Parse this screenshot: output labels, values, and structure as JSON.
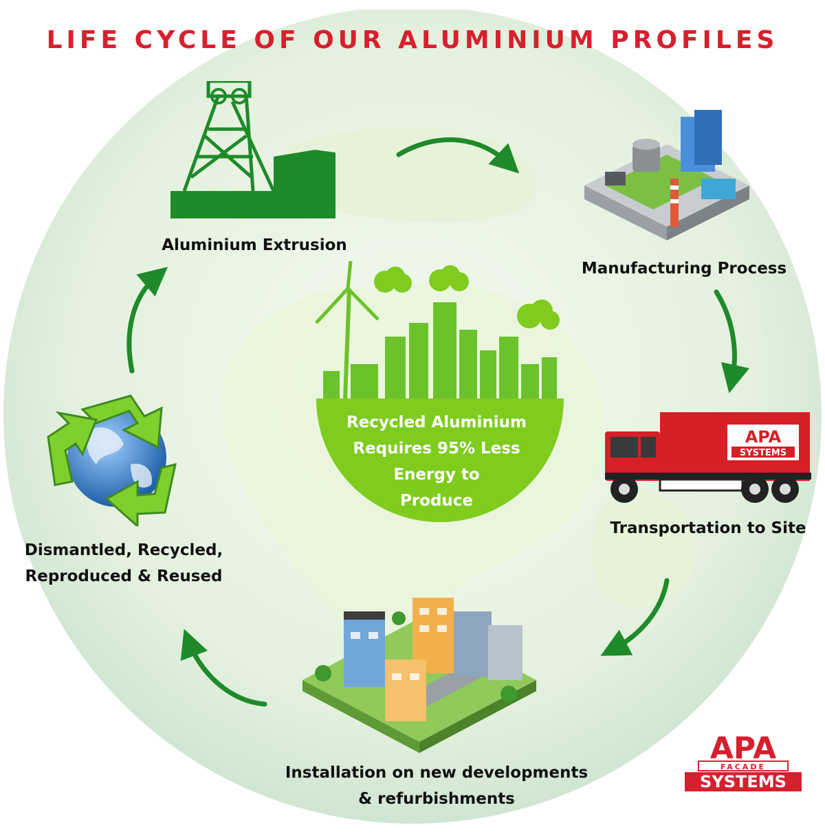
{
  "title": "LIFE CYCLE OF OUR ALUMINIUM PROFILES",
  "stages": {
    "extrusion": "Aluminium Extrusion",
    "manufacturing": "Manufacturing Process",
    "transportation": "Transportation to Site",
    "installation_line1": "Installation on new developments",
    "installation_line2": "& refurbishments",
    "recycle_line1": "Dismantled, Recycled,",
    "recycle_line2": "Reproduced & Reused"
  },
  "center": {
    "line1": "Recycled Aluminium",
    "line2": "Requires 95% Less",
    "line3": "Energy to",
    "line4": "Produce"
  },
  "truck_logo": {
    "top": "APA",
    "bottom": "SYSTEMS"
  },
  "brand_logo": {
    "top": "APA",
    "middle": "FACADE",
    "bottom": "SYSTEMS"
  },
  "colors": {
    "title": "#d6202e",
    "arrow": "#1f8a2a",
    "center_green": "#7fcc1f",
    "brand_red": "#d6202e"
  },
  "icons": [
    "mine-headframe-icon",
    "factory-icon",
    "truck-icon",
    "city-buildings-icon",
    "recycle-globe-icon",
    "green-city-icon"
  ]
}
